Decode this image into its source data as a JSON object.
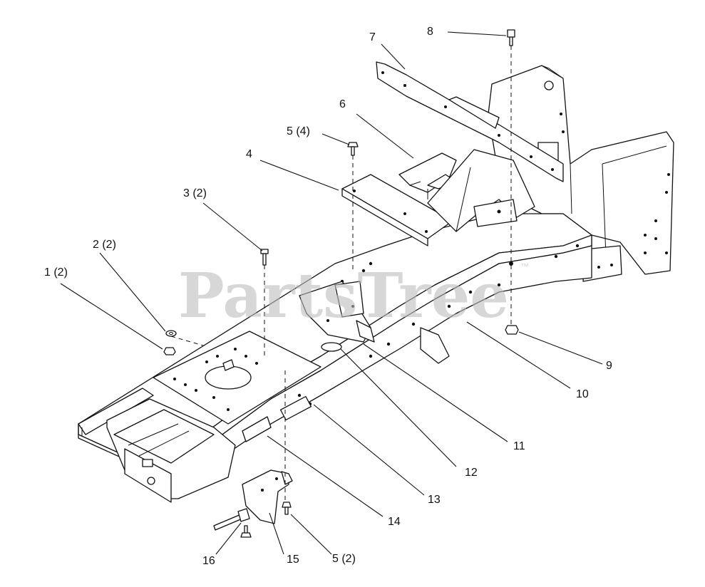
{
  "watermark": {
    "text": "PartsTree",
    "trademark": "™"
  },
  "callouts": [
    {
      "id": "c1",
      "label": "1 (2)"
    },
    {
      "id": "c2",
      "label": "2 (2)"
    },
    {
      "id": "c3",
      "label": "3 (2)"
    },
    {
      "id": "c4",
      "label": "4"
    },
    {
      "id": "c5a",
      "label": "5 (4)"
    },
    {
      "id": "c5b",
      "label": "5 (2)"
    },
    {
      "id": "c6",
      "label": "6"
    },
    {
      "id": "c7",
      "label": "7"
    },
    {
      "id": "c8",
      "label": "8"
    },
    {
      "id": "c9",
      "label": "9"
    },
    {
      "id": "c10",
      "label": "10"
    },
    {
      "id": "c11",
      "label": "11"
    },
    {
      "id": "c12",
      "label": "12"
    },
    {
      "id": "c13",
      "label": "13"
    },
    {
      "id": "c14",
      "label": "14"
    },
    {
      "id": "c15",
      "label": "15"
    },
    {
      "id": "c16",
      "label": "16"
    }
  ]
}
